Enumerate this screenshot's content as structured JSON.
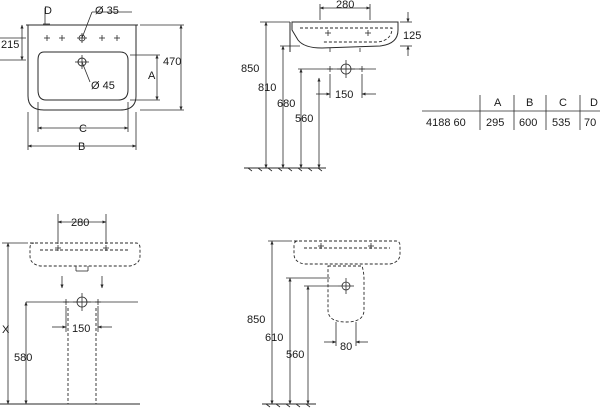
{
  "front_view": {
    "label_d": "D",
    "label_dia35": "Ø 35",
    "label_215": "215",
    "label_470": "470",
    "label_a": "A",
    "label_dia45": "Ø 45",
    "label_c": "C",
    "label_b": "B"
  },
  "side_view": {
    "label_280": "280",
    "label_125": "125",
    "label_850": "850",
    "label_810": "810",
    "label_680": "680",
    "label_560": "560",
    "label_150": "150"
  },
  "table": {
    "headers": [
      "",
      "A",
      "B",
      "C",
      "D"
    ],
    "rows": [
      [
        "4188 60",
        "295",
        "600",
        "535",
        "70"
      ]
    ]
  },
  "pedestal_view": {
    "label_280": "280",
    "label_x": "X",
    "label_580": "580",
    "label_150": "150"
  },
  "semi_pedestal_view": {
    "label_850": "850",
    "label_610": "610",
    "label_560": "560",
    "label_80": "80"
  }
}
